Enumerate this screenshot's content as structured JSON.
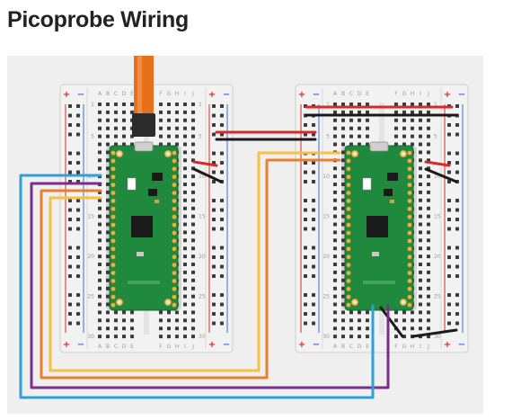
{
  "title": "Picoprobe Wiring",
  "breadboard": {
    "column_letters": [
      "A",
      "B",
      "C",
      "D",
      "E",
      "F",
      "G",
      "H",
      "I",
      "J"
    ],
    "row_numbers": [
      "1",
      "5",
      "10",
      "15",
      "20",
      "25",
      "30"
    ],
    "rail_plus": "+",
    "rail_minus": "−"
  },
  "colors": {
    "background": "#efefef",
    "breadboard": "#f2f2f2",
    "pico_board": "#1f8a3d",
    "usb_cable": "#e8701c",
    "wire_red": "#d62a2a",
    "wire_black": "#1a1a1a",
    "wire_yellow": "#f5c242",
    "wire_orange": "#ec7f2c",
    "wire_purple": "#7b2d8e",
    "wire_blue": "#2f9fd8"
  }
}
